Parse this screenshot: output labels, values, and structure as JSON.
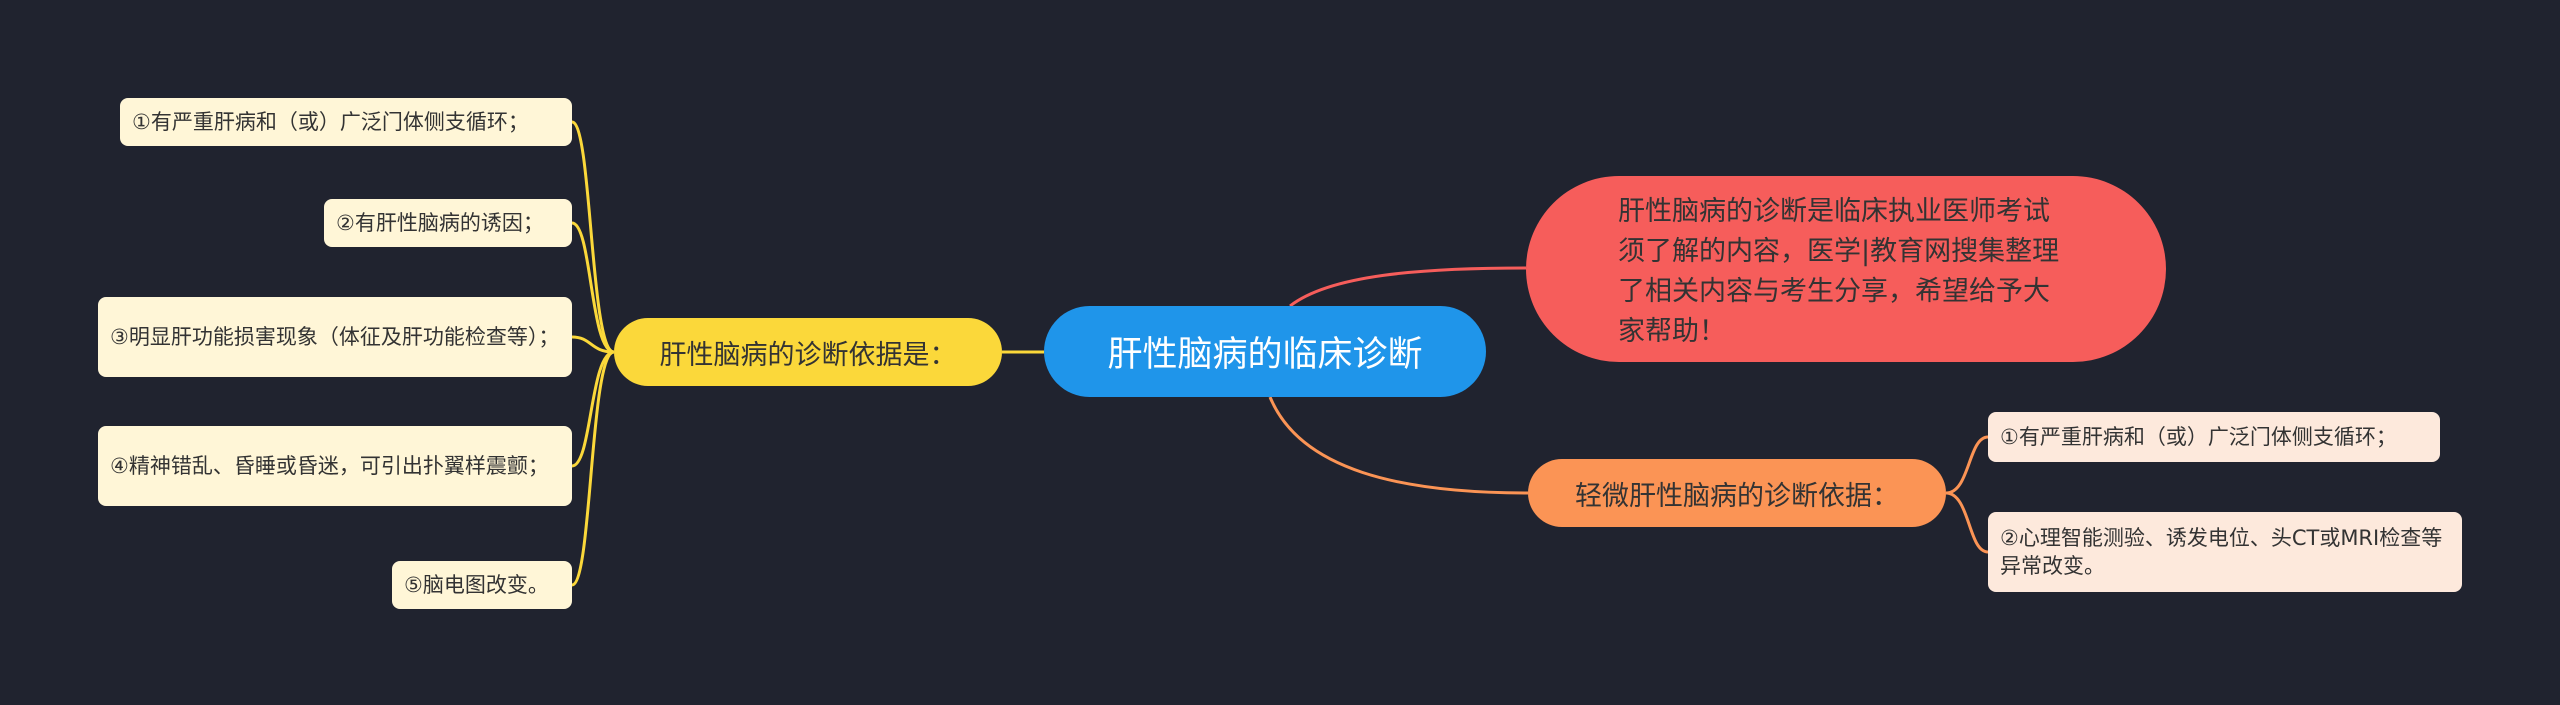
{
  "center": {
    "label": "肝性脑病的临床诊断"
  },
  "intro": {
    "text": "肝性脑病的诊断是临床执业医师考试须了解的内容，医学|教育网搜集整理了相关内容与考生分享，希望给予大家帮助！"
  },
  "left_branch": {
    "label": "肝性脑病的诊断依据是：",
    "items": [
      "①有严重肝病和（或）广泛门体侧支循环；",
      "②有肝性脑病的诱因；",
      "③明显肝功能损害现象（体征及肝功能检查等）；",
      "④精神错乱、昏睡或昏迷，可引出扑翼样震颤；",
      "⑤脑电图改变。"
    ]
  },
  "right_branch": {
    "label": "轻微肝性脑病的诊断依据：",
    "items": [
      "①有严重肝病和（或）广泛门体侧支循环；",
      "②心理智能测验、诱发电位、头CT或MRI检查等异常改变。"
    ]
  },
  "colors": {
    "background": "#20232f",
    "center": "#1f95ea",
    "intro": "#f65d5b",
    "left_topic": "#fbd83a",
    "right_topic": "#fb9455",
    "left_leaf": "#fff6d7",
    "right_leaf": "#fde9dc"
  }
}
